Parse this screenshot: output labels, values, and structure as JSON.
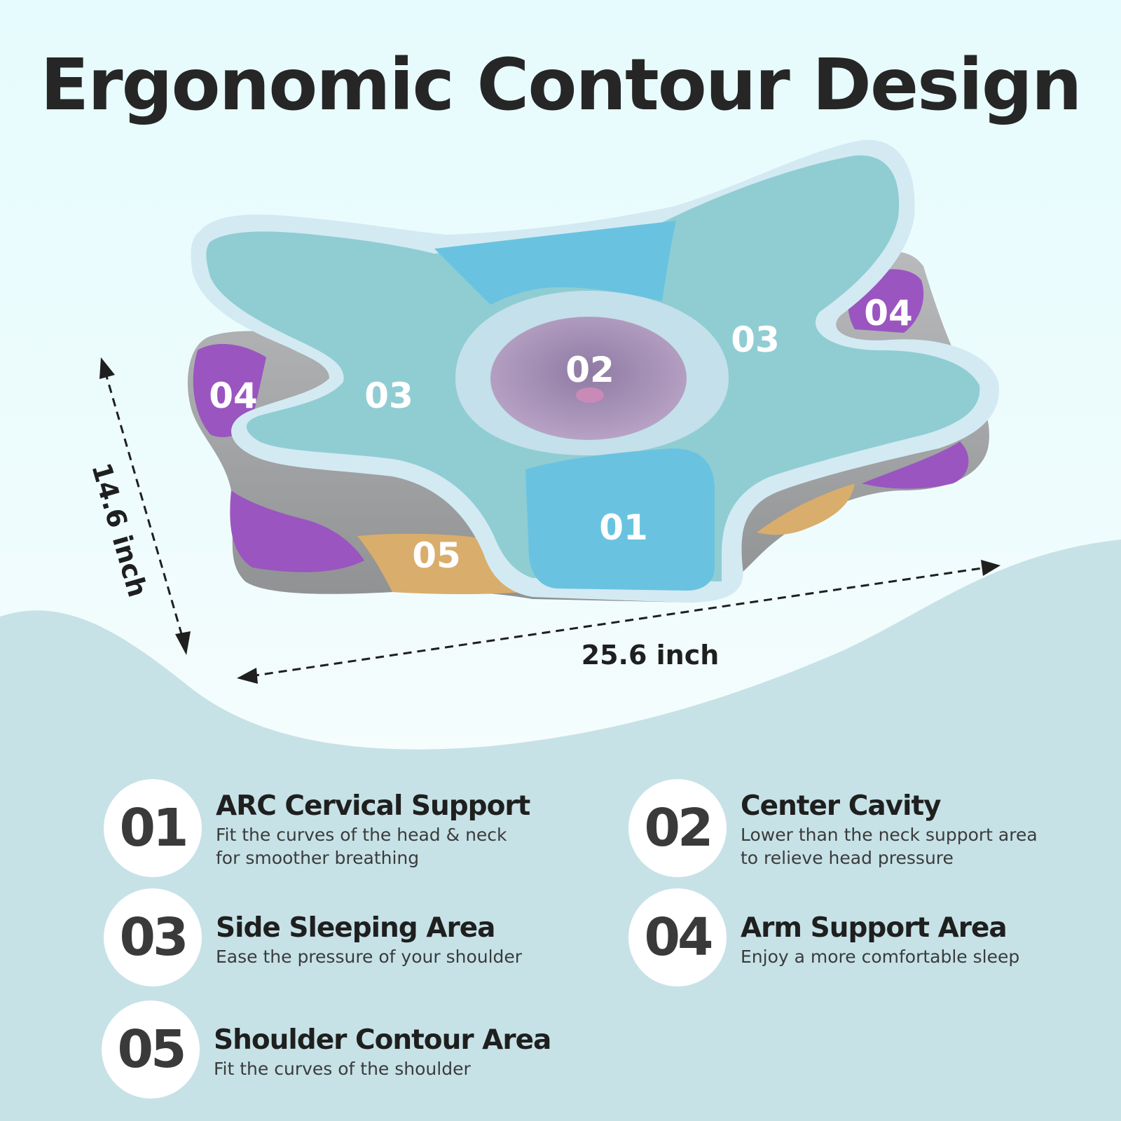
{
  "title": "Ergonomic Contour Design",
  "zone_labels": {
    "z01": "01",
    "z02": "02",
    "z03_left": "03",
    "z03_right": "03",
    "z04_left": "04",
    "z04_right": "04",
    "z05": "05"
  },
  "dimensions": {
    "width": "25.6 inch",
    "depth": "14.6 inch"
  },
  "features": [
    {
      "number": "01",
      "title": "ARC Cervical Support",
      "desc_line1": "Fit the curves of the head & neck",
      "desc_line2": "for smoother breathing"
    },
    {
      "number": "02",
      "title": "Center Cavity",
      "desc_line1": "Lower than the neck support area",
      "desc_line2": "to relieve head pressure"
    },
    {
      "number": "03",
      "title": "Side Sleeping Area",
      "desc_line1": "Ease the pressure of your shoulder",
      "desc_line2": ""
    },
    {
      "number": "04",
      "title": "Arm Support Area",
      "desc_line1": "Enjoy a more comfortable sleep",
      "desc_line2": ""
    },
    {
      "number": "05",
      "title": "Shoulder Contour Area",
      "desc_line1": "Fit the curves of the shoulder",
      "desc_line2": ""
    }
  ],
  "colors": {
    "neck_zone": "#69c3e0",
    "center_cavity": "#b49ac2",
    "side_zone": "#8fcdd3",
    "arm_zone": "#9a55c0",
    "shoulder_zone": "#d9ad6b",
    "pillow_gray": "#a7a9ab",
    "wave": "#c6e2e7"
  }
}
